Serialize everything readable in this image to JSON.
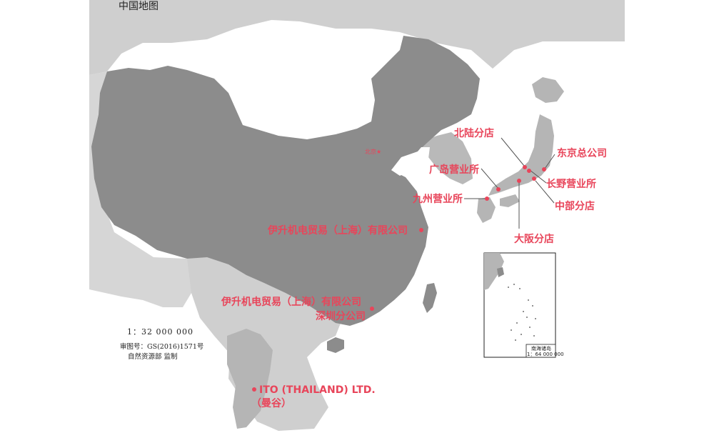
{
  "map": {
    "title": "中国地图",
    "scale": "1：32 000 000",
    "approval_no": "审图号：GS(2016)1571号",
    "authority": "自然资源部 监制",
    "capital": "北京",
    "capital_marker": "★",
    "inset": {
      "label": "南海诸岛",
      "scale": "1：64 000 000"
    },
    "colors": {
      "china": "#8c8c8c",
      "neighbor": "#cfcfcf",
      "mid": "#b7b7b7",
      "sea": "#ffffff",
      "accent": "#e8455a"
    }
  },
  "locations": [
    {
      "id": "hokuriku",
      "label": "北陆分店"
    },
    {
      "id": "tokyo",
      "label": "东京总公司"
    },
    {
      "id": "hiroshima",
      "label": "广岛营业所"
    },
    {
      "id": "nagano",
      "label": "长野营业所"
    },
    {
      "id": "kyushu",
      "label": "九州营业所"
    },
    {
      "id": "chubu",
      "label": "中部分店"
    },
    {
      "id": "osaka",
      "label": "大阪分店"
    },
    {
      "id": "shanghai",
      "label": "伊升机电贸易（上海）有限公司"
    },
    {
      "id": "shenzhen",
      "label_line1": "伊升机电贸易（上海）有限公司",
      "label_line2": "深圳分公司"
    },
    {
      "id": "thailand",
      "label_line1": "ITO (THAILAND) LTD.",
      "label_line2": "（曼谷）"
    }
  ]
}
